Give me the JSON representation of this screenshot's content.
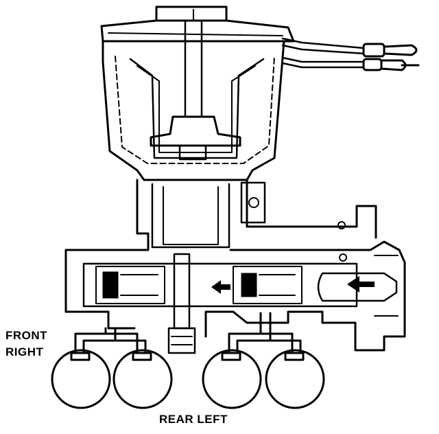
{
  "labels": {
    "front_right_line1": "FRONT",
    "front_right_line2": "RIGHT",
    "rear_left": "REAR LEFT"
  },
  "colors": {
    "ink": "#000000",
    "paper": "#ffffff"
  },
  "icons": [
    "arrow-left-icon",
    "electrical-connector-icon"
  ]
}
